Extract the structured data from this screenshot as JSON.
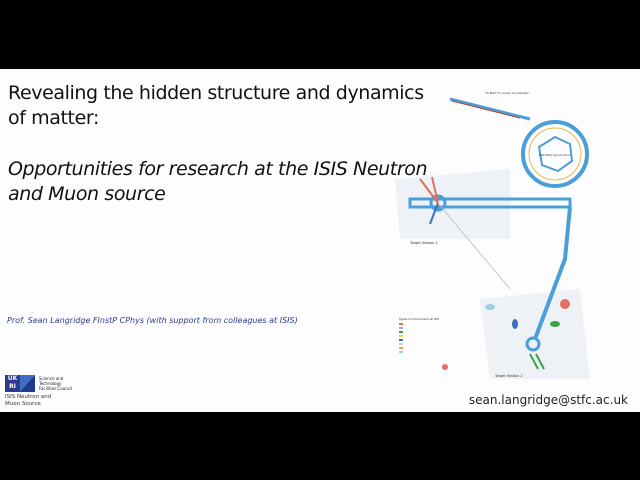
{
  "slide": {
    "title_line1": "Revealing the hidden structure and dynamics",
    "title_line2": "of matter:",
    "subtitle_line1": "Opportunities for research at the ISIS Neutron",
    "subtitle_line2": "and Muon source",
    "author": "Prof. Sean Langridge FInstP CPhys (with support from colleagues at ISIS)",
    "email": "sean.langridge@stfc.ac.uk",
    "logo": {
      "ukri_text": "UK RI",
      "stfc_line1": "Science and",
      "stfc_line2": "Technology",
      "stfc_line3": "Facilities Council",
      "isis_line1": "ISIS Neutron and",
      "isis_line2": "Muon Source"
    },
    "map": {
      "linac_label": "70 MeV H- Linear Accelerator",
      "synchrotron_label": "800 MeV Synchrotron",
      "target_station_1": "Target Station 1",
      "target_station_2": "Target Station 2",
      "legend_title": "Types of Instrument at ISIS",
      "accent_color": "#4a9fd8"
    }
  }
}
